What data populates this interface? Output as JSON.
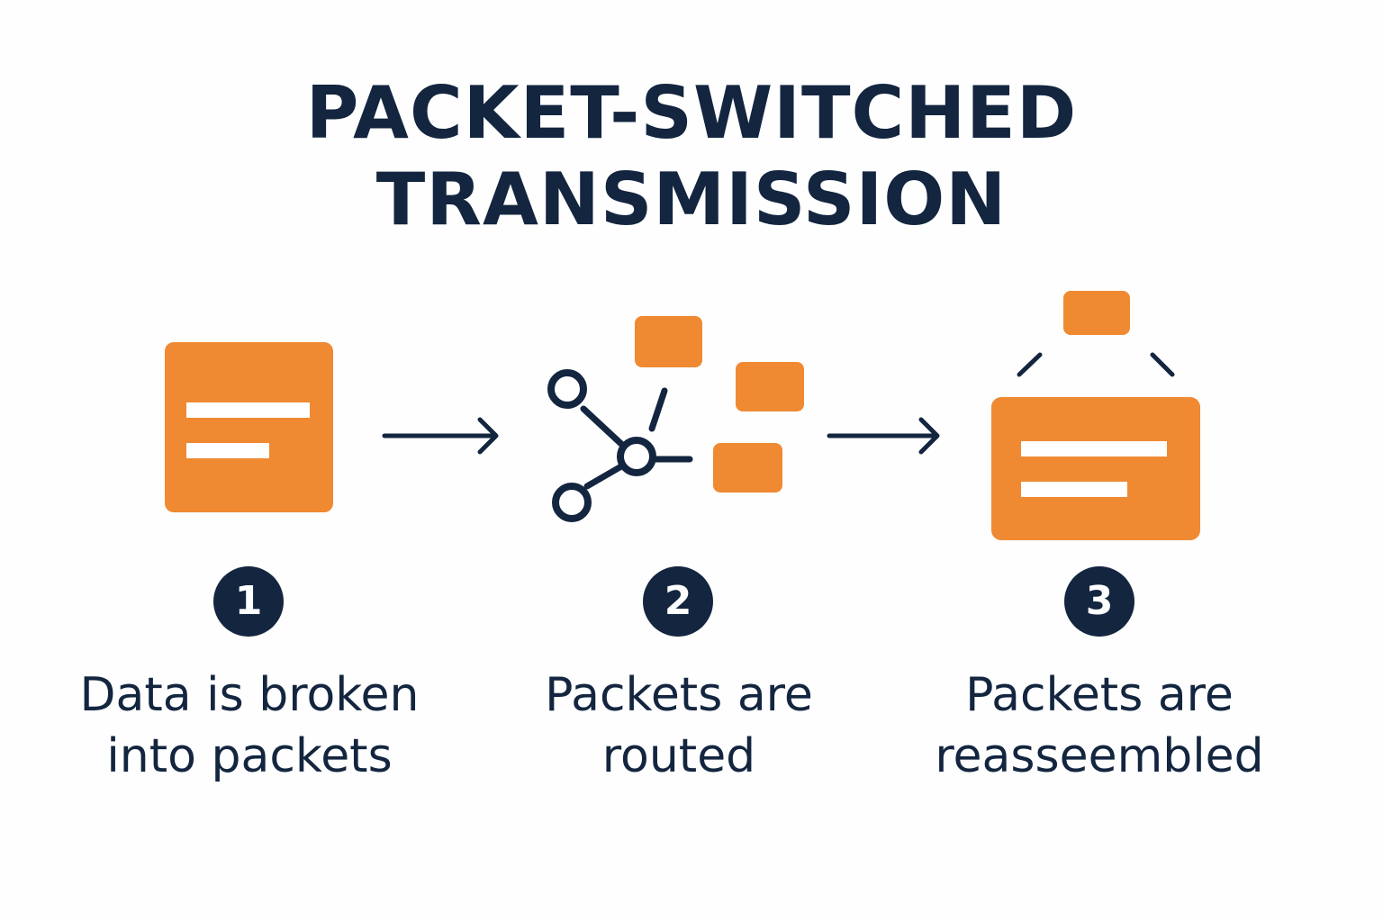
{
  "title": {
    "line1": "PACKET-SWITCHED",
    "line2": "TRANSMISSION"
  },
  "colors": {
    "navy": "#13253f",
    "orange": "#ef8a32",
    "background": "#fefefe"
  },
  "steps": [
    {
      "number": "1",
      "icon": "document-icon",
      "caption_line1": "Data is broken",
      "caption_line2": "into packets"
    },
    {
      "number": "2",
      "icon": "network-routing-icon",
      "caption_line1": "Packets are",
      "caption_line2": "routed"
    },
    {
      "number": "3",
      "icon": "reassembly-box-icon",
      "caption_line1": "Packets are",
      "caption_line2": "reasseembled"
    }
  ],
  "connectors": [
    "arrow-right-icon",
    "arrow-right-icon"
  ]
}
